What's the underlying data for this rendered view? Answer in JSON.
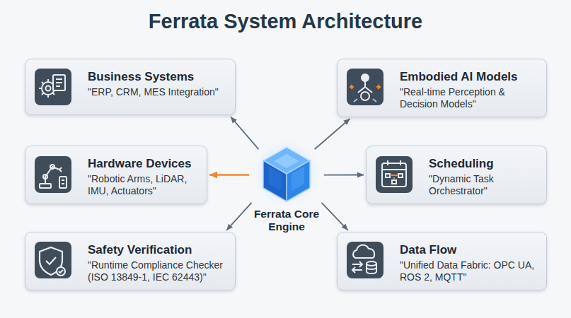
{
  "diagram": {
    "title": "Ferrata System Architecture",
    "nodes": [
      {
        "text": [
          "Business Systems",
          "\"ERP, CRM, MES Integration\""
        ]
      },
      {
        "text": [
          "Embodied AI Models",
          "\"Real-time Perception & Decision Models\""
        ]
      },
      {
        "text": [
          "Hardware Devices",
          "\"Robotic Arms, LiDAR, IMU, Actuators\""
        ]
      },
      {
        "text": [
          "Ferrata Core Engine"
        ]
      },
      {
        "text": [
          "Scheduling",
          "\"Dynamic Task Orchestrator\""
        ]
      },
      {
        "text": [
          "Safety Verification",
          "\"Runtime Compliance Checker (ISO 13849-1, IEC 62443)\""
        ]
      },
      {
        "text": [
          "Data Flow",
          "\"Unified Data Fabric: OPC UA, ROS 2, MQTT\""
        ]
      }
    ],
    "edges": [
      {
        "from": 3,
        "to": 0,
        "arrow": "to"
      },
      {
        "from": 3,
        "to": 1,
        "arrow": "to"
      },
      {
        "from": 3,
        "to": 2,
        "arrow": "to"
      },
      {
        "from": 3,
        "to": 4,
        "arrow": "to"
      },
      {
        "from": 3,
        "to": 5,
        "arrow": "to"
      },
      {
        "from": 3,
        "to": 6,
        "arrow": "to"
      }
    ]
  }
}
